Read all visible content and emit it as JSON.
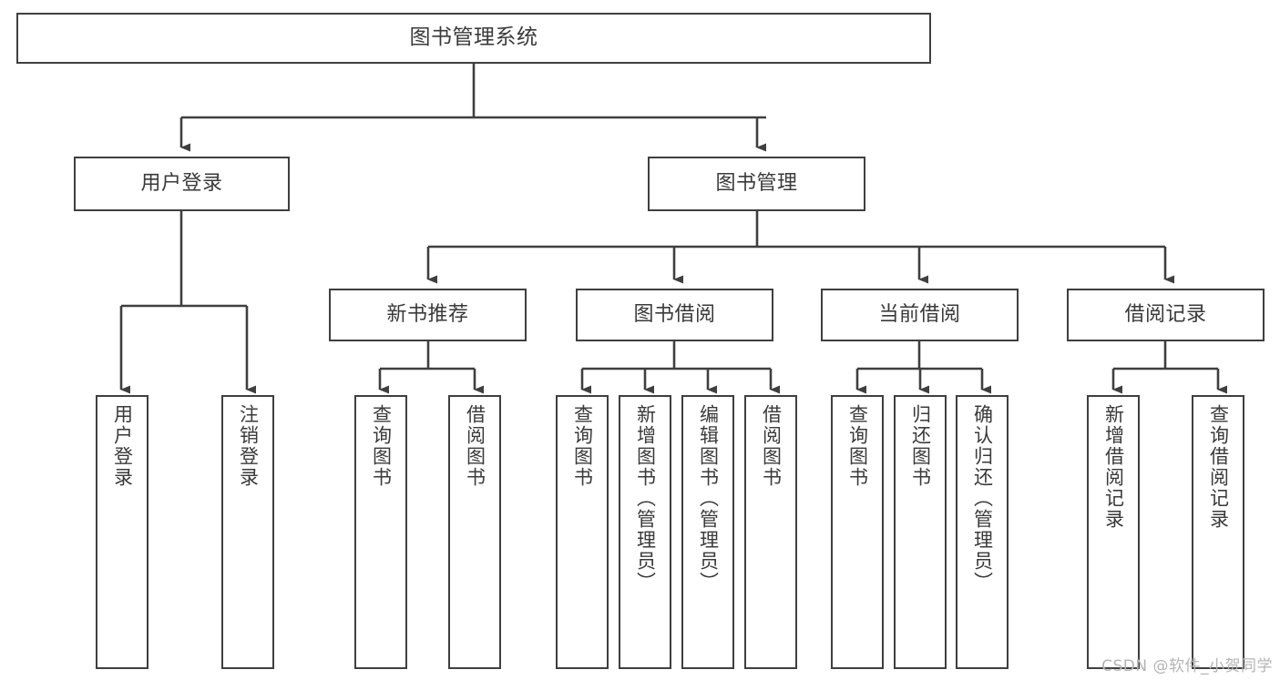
{
  "diagram": {
    "title": "图书管理系统",
    "type": "tree-hierarchy-chart",
    "watermark": "CSDN @软件_小贺同学",
    "colors": {
      "box_border": "#3f3f3f",
      "box_fill": "#ffffff",
      "text": "#3a3a3a",
      "edge": "#3f3f3f",
      "background": "#ffffff",
      "watermark": "#b4b4b4"
    },
    "nodes": {
      "root": {
        "label": "图书管理系统"
      },
      "level1": [
        {
          "id": "user-login",
          "label": "用户登录"
        },
        {
          "id": "book-manage",
          "label": "图书管理"
        }
      ],
      "level2": [
        {
          "id": "new-book-recommend",
          "label": "新书推荐"
        },
        {
          "id": "book-borrow",
          "label": "图书借阅"
        },
        {
          "id": "current-borrow",
          "label": "当前借阅"
        },
        {
          "id": "borrow-record",
          "label": "借阅记录"
        }
      ],
      "leaves": {
        "user_login": [
          {
            "id": "leaf-user-login",
            "label": "用户登录"
          },
          {
            "id": "leaf-logout-login",
            "label": "注销登录"
          }
        ],
        "new_book_recommend": [
          {
            "id": "leaf-query-book-1",
            "label": "查询图书"
          },
          {
            "id": "leaf-borrow-book-1",
            "label": "借阅图书"
          }
        ],
        "book_borrow": [
          {
            "id": "leaf-query-book-2",
            "label": "查询图书"
          },
          {
            "id": "leaf-add-book",
            "label": "新增图书（管理员）"
          },
          {
            "id": "leaf-edit-book",
            "label": "编辑图书（管理员）"
          },
          {
            "id": "leaf-borrow-book-2",
            "label": "借阅图书"
          }
        ],
        "current_borrow": [
          {
            "id": "leaf-query-book-3",
            "label": "查询图书"
          },
          {
            "id": "leaf-return-book",
            "label": "归还图书"
          },
          {
            "id": "leaf-confirm-return",
            "label": "确认归还（管理员）"
          }
        ],
        "borrow_record": [
          {
            "id": "leaf-add-record",
            "label": "新增借阅记录"
          },
          {
            "id": "leaf-query-record",
            "label": "查询借阅记录"
          }
        ]
      }
    }
  }
}
